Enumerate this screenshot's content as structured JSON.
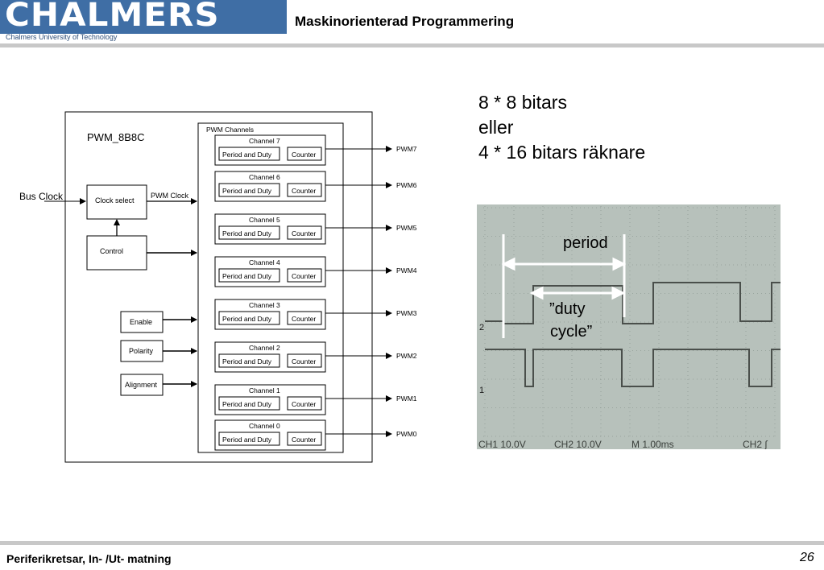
{
  "header": {
    "logo_text": "CHALMERS",
    "logo_sub": "Chalmers University of Technology",
    "course_title": "Maskinorienterad Programmering"
  },
  "bullets": [
    "8 * 8 bitars",
    "eller",
    "4 * 16 bitars  räknare"
  ],
  "diagram": {
    "module_name": "PWM_8B8C",
    "bus_clock": "Bus Clock",
    "clock_select": "Clock select",
    "pwm_clock": "PWM Clock",
    "control": "Control",
    "inputs": [
      "Enable",
      "Polarity",
      "Alignment"
    ],
    "channels_title": "PWM Channels",
    "channels": [
      {
        "name": "Channel 7",
        "pd": "Period and Duty",
        "counter": "Counter",
        "output": "PWM7"
      },
      {
        "name": "Channel 6",
        "pd": "Period and Duty",
        "counter": "Counter",
        "output": "PWM6"
      },
      {
        "name": "Channel 5",
        "pd": "Period and Duty",
        "counter": "Counter",
        "output": "PWM5"
      },
      {
        "name": "Channel 4",
        "pd": "Period and Duty",
        "counter": "Counter",
        "output": "PWM4"
      },
      {
        "name": "Channel 3",
        "pd": "Period and Duty",
        "counter": "Counter",
        "output": "PWM3"
      },
      {
        "name": "Channel 2",
        "pd": "Period and Duty",
        "counter": "Counter",
        "output": "PWM2"
      },
      {
        "name": "Channel 1",
        "pd": "Period and Duty",
        "counter": "Counter",
        "output": "PWM1"
      },
      {
        "name": "Channel 0",
        "pd": "Period and Duty",
        "counter": "Counter",
        "output": "PWM0"
      }
    ]
  },
  "scope": {
    "period_label": "period",
    "duty_label_1": "”duty",
    "duty_label_2": "cycle”",
    "marker_2": "2",
    "marker_1": "1",
    "status_ch1": "CH1  10.0V",
    "status_ch2": "CH2  10.0V",
    "status_time": "M 1.00ms",
    "status_trig": "CH2  ∫"
  },
  "footer": {
    "text": "Periferikretsar, In- /Ut- matning",
    "page": "26"
  }
}
